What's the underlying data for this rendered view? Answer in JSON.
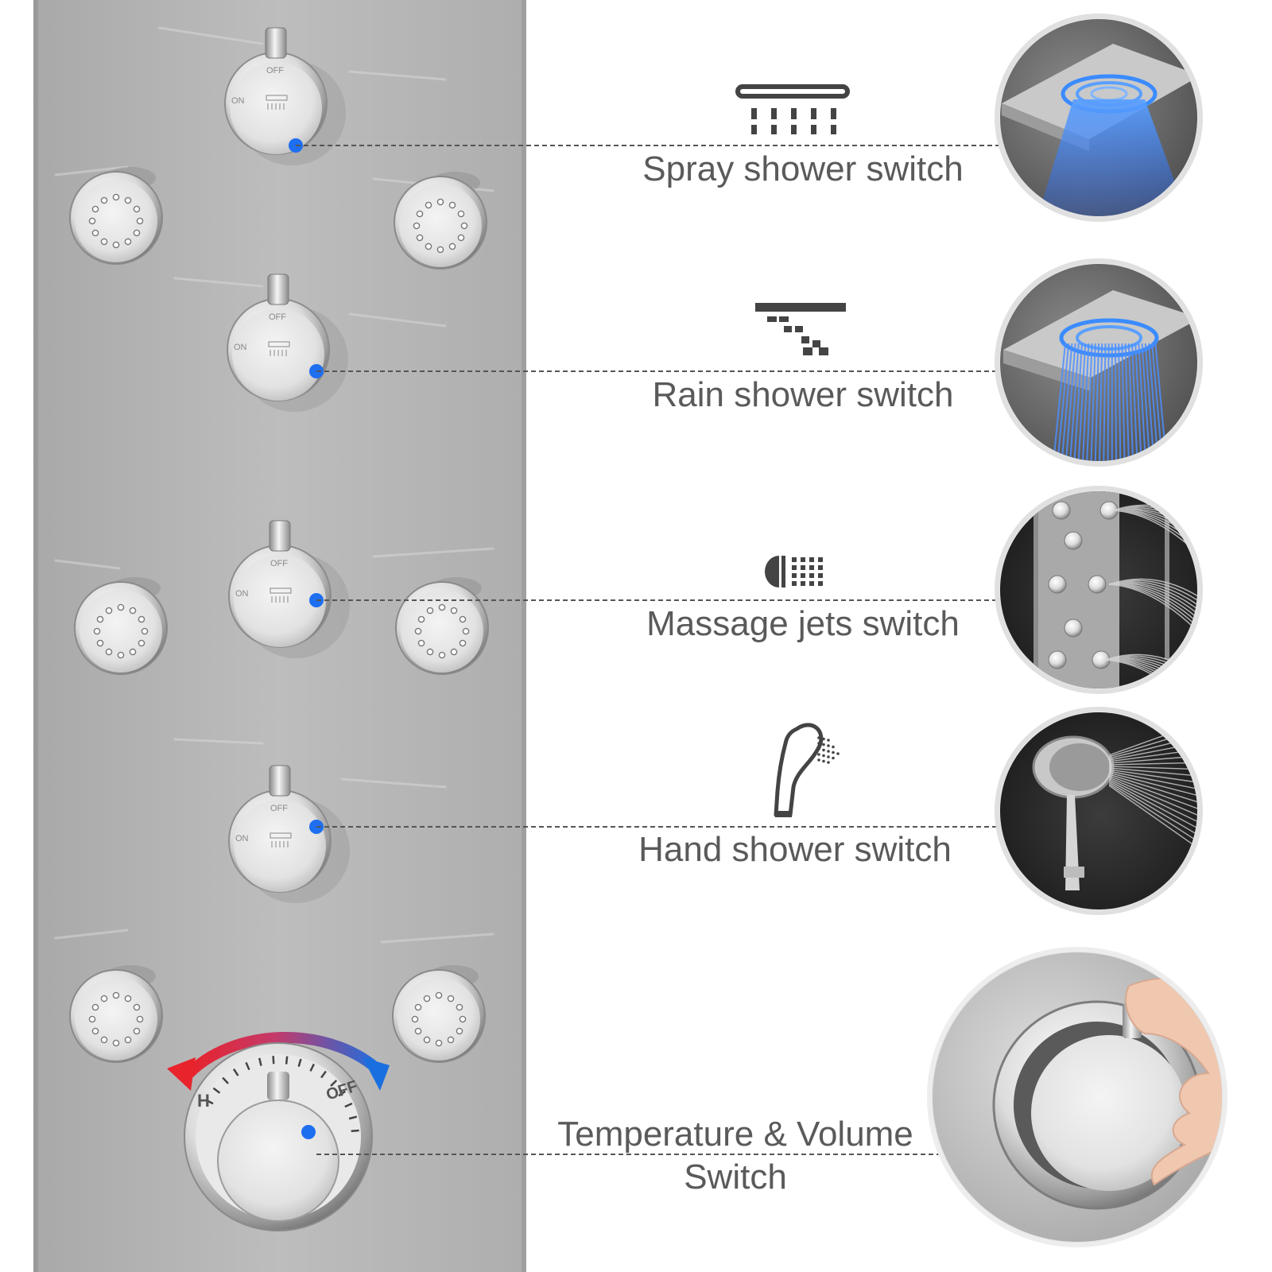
{
  "features": [
    {
      "label": "Spray shower switch",
      "icon": "spray-shower-icon"
    },
    {
      "label": "Rain shower switch",
      "icon": "rain-shower-icon"
    },
    {
      "label": "Massage jets switch",
      "icon": "massage-jets-icon"
    },
    {
      "label": "Hand shower switch",
      "icon": "hand-shower-icon"
    }
  ],
  "thermostat": {
    "label_line1": "Temperature & Volume",
    "label_line2": "Switch",
    "hot_mark": "H",
    "off_mark": "OFF"
  },
  "knob": {
    "on": "ON",
    "off": "OFF"
  },
  "colors": {
    "panel": "#b7b7b7",
    "marker": "#1e6ff0",
    "hot": "#e8232c",
    "cold": "#1a6fe0",
    "text": "#5a5a5a",
    "led": "#2b7bff"
  }
}
